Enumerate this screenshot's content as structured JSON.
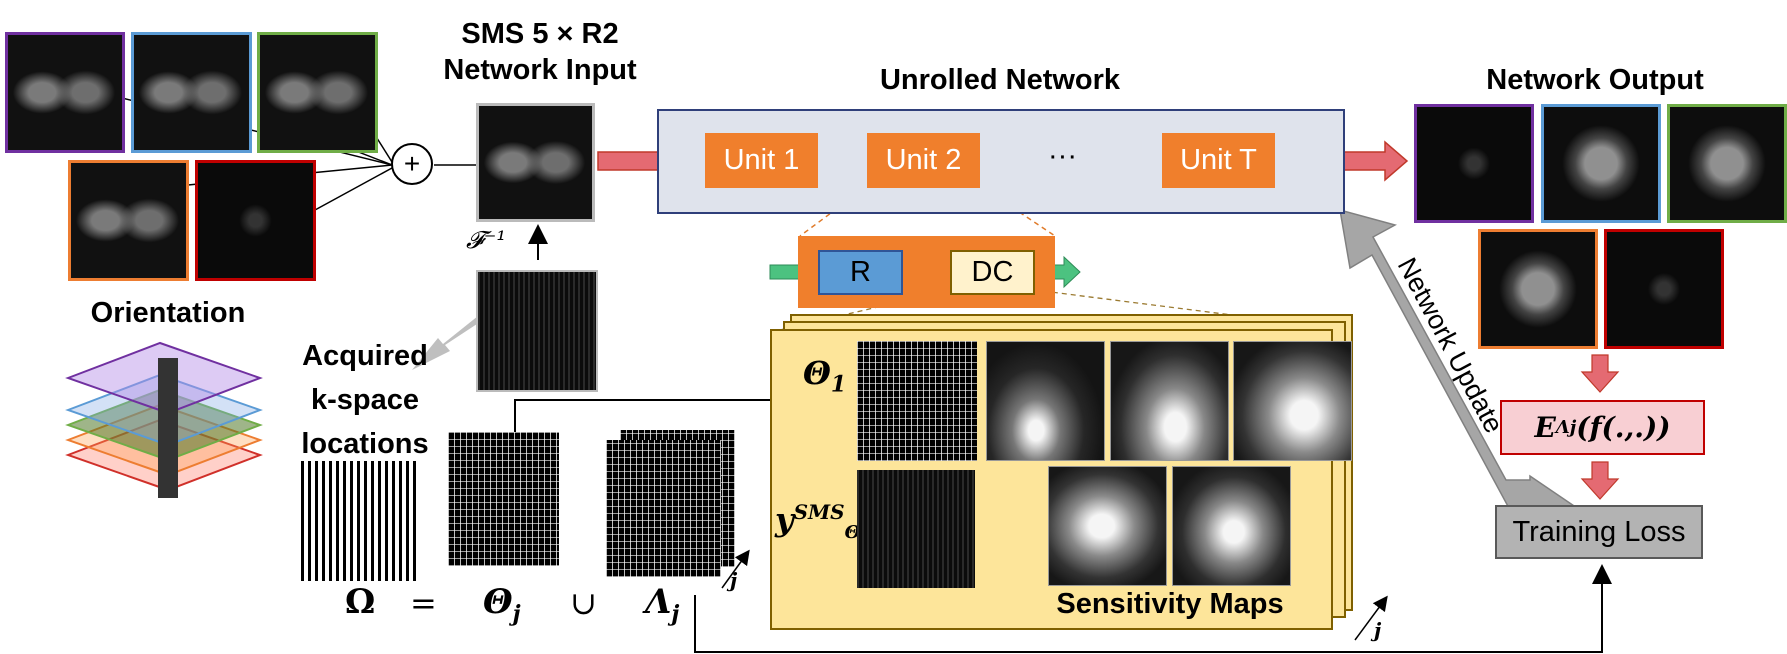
{
  "titles": {
    "sms_input_line1": "SMS 5 × R2",
    "sms_input_line2": "Network Input",
    "unrolled": "Unrolled Network",
    "output": "Network Output",
    "orientation": "Orientation",
    "acquired_line1": "Acquired",
    "acquired_line2": "k-space",
    "acquired_line3": "locations"
  },
  "plus_sign": "+",
  "inverse_fourier": "𝓕⁻¹",
  "units": [
    "Unit 1",
    "Unit 2",
    "···",
    "Unit T"
  ],
  "blocks": {
    "r": "R",
    "dc": "DC"
  },
  "network_update": "Network Update",
  "loss_expr": "E",
  "loss_sub": "Λj",
  "loss_args": "(f(.,.))",
  "training_loss": "Training Loss",
  "equation": {
    "omega": "Ω",
    "equals": "=",
    "theta": "Θ",
    "theta_sub": "j",
    "union": "∪",
    "lambda": "Λ",
    "lambda_sub": "j"
  },
  "theta1": "Θ",
  "theta1_sub": "1",
  "ysms": "y",
  "ysms_sup": "SMS",
  "ysms_sub": "Θ₁",
  "sensitivity_maps": "Sensitivity Maps",
  "j_label": "j",
  "colors": {
    "orange": "#f07f2c",
    "network_bg": "#dfe3ec",
    "network_border": "#2f3f7a",
    "green_arrow": "#4cc280",
    "red_arrow": "#d9404a",
    "yellow_panel": "#fde59a",
    "r_block": "#5b9bd5",
    "dc_block": "#fff2cc",
    "loss_pink": "#f8cfd3",
    "training_grey": "#b3b3b3",
    "frame_purple": "#7030a0",
    "frame_blue": "#5b9bd5",
    "frame_green": "#70ad47",
    "frame_orange": "#ed7d31",
    "frame_red": "#c00000"
  }
}
